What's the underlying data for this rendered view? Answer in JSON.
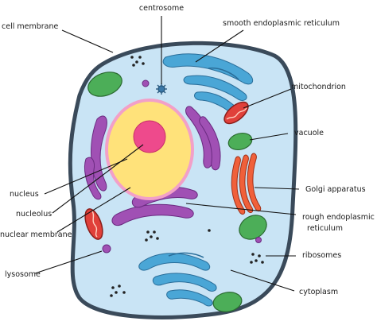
{
  "labels": {
    "centrosome": "centrosome",
    "cell_membrane": "cell membrane",
    "smooth_er": "smooth endoplasmic reticulum",
    "mitochondrion": "mitochondrion",
    "vacuole": "vacuole",
    "nucleus": "nucleus",
    "golgi": "Golgi apparatus",
    "nucleolus": "nucleolus",
    "rough_er_line1": "rough endoplasmic",
    "rough_er_line2": "reticulum",
    "nuclear_membrane": "nuclear membrane",
    "ribosomes": "ribosomes",
    "lysosome": "lysosome",
    "cytoplasm": "cytoplasm"
  },
  "colors": {
    "cytoplasm": "#c9e4f5",
    "cell_inner": "#dcefff",
    "membrane": "#3a4a5a",
    "nucleus": "#ffe27a",
    "nuclear_membrane": "#f2a0c8",
    "nucleolus": "#ee4a8c",
    "rough_er": "#a050b4",
    "smooth_er": "#4aa6d6",
    "mitochondrion": "#e0403a",
    "vacuole": "#4cae58",
    "golgi": "#f0603a",
    "lysosome": "#a050b4",
    "centrosome": "#3a78a8"
  }
}
